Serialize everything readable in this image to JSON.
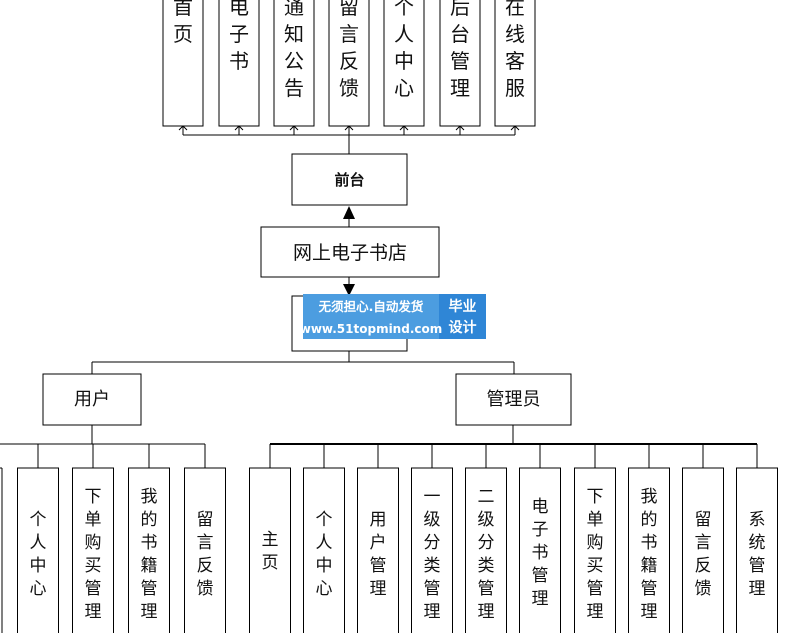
{
  "frontend": {
    "modules": [
      "首页",
      "电子书",
      "通知公告",
      "留言反馈",
      "个人中心",
      "后台管理",
      "在线客服"
    ],
    "node": "前台"
  },
  "root": "网上电子书店",
  "watermark": {
    "line1": "无须担心.自动发货",
    "line2": "www.51topmind.com",
    "badge1": "毕业",
    "badge2": "设计"
  },
  "roles": {
    "user": "用户",
    "admin": "管理员"
  },
  "user_modules": [
    "个人中心",
    "下单购买管理",
    "我的书籍管理",
    "留言反馈"
  ],
  "admin_modules": [
    "主页",
    "个人中心",
    "用户管理",
    "一级分类管理",
    "二级分类管理",
    "电子书管理",
    "下单购买管理",
    "我的书籍管理",
    "留言反馈",
    "系统管理"
  ]
}
